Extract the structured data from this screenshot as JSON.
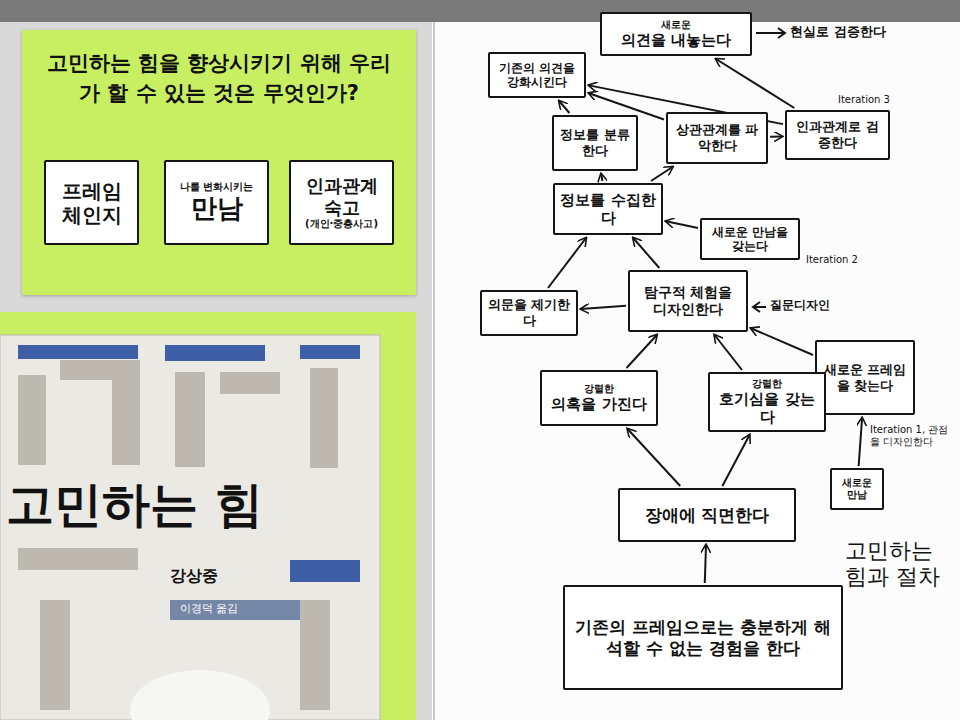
{
  "diagram": {
    "nodes": [
      {
        "text": [
          "고민하는 힘을 향상시키기 위해 우리가 할 수 있는 것은 무엇인가?"
        ]
      },
      {
        "text": [
          "프레임 체인지"
        ],
        "in": 0
      },
      {
        "text": [
          "나를 변화시키는",
          "만남"
        ],
        "in": 0
      },
      {
        "text": [
          "인과관계 숙고",
          "(개인·중층사고)"
        ],
        "in": 0
      },
      {
        "text": [
          "기존의 의견을 강화시킨다"
        ]
      },
      {
        "text": [
          "새로운",
          "의견을 내놓는다"
        ]
      },
      {
        "text": [
          "정보를 분류한다"
        ]
      },
      {
        "text": [
          "상관관계를 파악한다"
        ]
      },
      {
        "text": [
          "인과관계로 검증한다"
        ]
      },
      {
        "text": [
          "정보를 수집한다"
        ]
      },
      {
        "text": [
          "새로운 만남을 갖는다"
        ]
      },
      {
        "text": [
          "의문을 제기한다"
        ]
      },
      {
        "text": [
          "탐구적 체험을 디자인한다"
        ]
      },
      {
        "text": [
          "새로운 프레임을 찾는다"
        ]
      },
      {
        "text": [
          "강렬한",
          "의혹을 가진다"
        ]
      },
      {
        "text": [
          "강렬한",
          "호기심을 갖는다"
        ]
      },
      {
        "text": [
          "새로운 만남"
        ]
      },
      {
        "text": [
          "장애에 직면한다"
        ]
      },
      {
        "text": [
          "기존의 프레임으로는 충분하게 해석할 수 없는 경험을 한다"
        ]
      }
    ],
    "edges": [
      {
        "from": 18,
        "to": 17,
        "arrow": "to"
      },
      {
        "from": 17,
        "to": 14,
        "arrow": "to"
      },
      {
        "from": 17,
        "to": 15,
        "arrow": "to"
      },
      {
        "from": 14,
        "to": 12,
        "arrow": "to"
      },
      {
        "from": 15,
        "to": 12,
        "arrow": "to"
      },
      {
        "from": 12,
        "to": 11,
        "arrow": "to"
      },
      {
        "from": 11,
        "to": 9,
        "arrow": "to"
      },
      {
        "from": 12,
        "to": 9,
        "arrow": "to"
      },
      {
        "from": 10,
        "to": 9,
        "arrow": "to"
      },
      {
        "from": 13,
        "to": 12,
        "arrow": "to"
      },
      {
        "from": 16,
        "to": 13,
        "arrow": "to"
      },
      {
        "from": 9,
        "to": 6,
        "arrow": "to"
      },
      {
        "from": 9,
        "to": 7,
        "arrow": "to"
      },
      {
        "from": 6,
        "to": 4,
        "arrow": "to"
      },
      {
        "from": 7,
        "to": 4,
        "arrow": "to"
      },
      {
        "from": 8,
        "to": 4,
        "arrow": "to"
      },
      {
        "from": 7,
        "to": 8,
        "arrow": "to"
      },
      {
        "from": 8,
        "to": 5,
        "arrow": "to"
      }
    ],
    "labels": [
      "현실로 검증한다",
      "Iteration 3",
      "Iteration 2",
      "질문디자인",
      "Iteration 1, 관점을 디자인한다",
      "고민하는 힘과 절차",
      "고민하는 힘",
      "강상중",
      "이경덕 옮김"
    ]
  }
}
